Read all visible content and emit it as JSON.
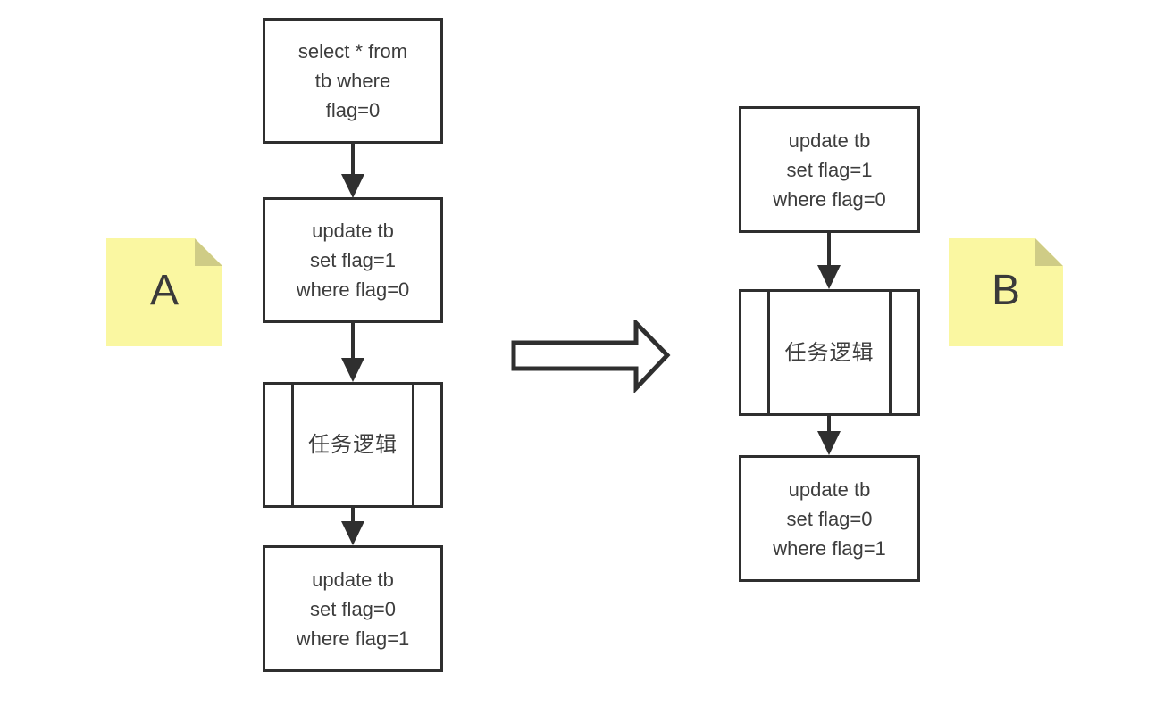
{
  "colors": {
    "background": "#ffffff",
    "stroke": "#2f2f2f",
    "text": "#3d3d3d",
    "note_fill": "#faf7a1",
    "note_fold": "#cfcc86"
  },
  "flow_a": {
    "note_label": "A",
    "step1": "select * from\ntb where\nflag=0",
    "step2": "update tb\nset flag=1\nwhere flag=0",
    "step3": "任务逻辑",
    "step4": "update tb\nset flag=0\nwhere flag=1"
  },
  "flow_b": {
    "note_label": "B",
    "step1": "update tb\nset flag=1\nwhere flag=0",
    "step2": "任务逻辑",
    "step3": "update tb\nset flag=0\nwhere flag=1"
  }
}
